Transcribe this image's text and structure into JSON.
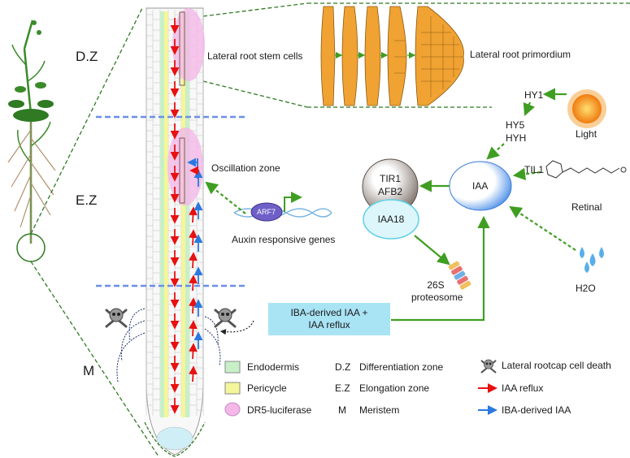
{
  "zones": {
    "dz": "D.Z",
    "ez": "E.Z",
    "m": "M"
  },
  "labels": {
    "lateral_root_stem_cells": "Lateral root stem cells",
    "lateral_root_primordium": "Lateral root primordium",
    "oscillation_zone": "Oscillation zone",
    "arf7": "ARF7",
    "auxin_responsive_genes": "Auxin responsive genes",
    "hy1": "HY1",
    "hy5": "HY5",
    "hyh": "HYH",
    "light": "Light",
    "til1": "TIL1",
    "retinal": "Retinal",
    "iaa": "IAA",
    "tir1": "TIR1",
    "afb2": "AFB2",
    "iaa18": "IAA18",
    "proteasome_26s": "26S",
    "proteasome": "proteosome",
    "h2o": "H2O",
    "iba_box_line1": "IBA-derived IAA +",
    "iba_box_line2": "IAA reflux"
  },
  "legend": {
    "endodermis": "Endodermis",
    "pericycle": "Pericycle",
    "dr5": "DR5-luciferase",
    "dz_abbr": "D.Z",
    "dz_full": "Differentiation zone",
    "ez_abbr": "E.Z",
    "ez_full": "Elongation zone",
    "m_abbr": "M",
    "m_full": "Meristem",
    "cell_death": "Lateral rootcap cell death",
    "iaa_reflux": "IAA reflux",
    "iba_iaa": "IBA-derived IAA"
  },
  "colors": {
    "endodermis": "#c8f0c8",
    "pericycle": "#f5f59a",
    "dr5": "#f4b8e8",
    "reflux_arrow": "#e81010",
    "iba_arrow": "#2a78e0",
    "pathway_green": "#4aa82a",
    "zone_divider": "#6a8ee8",
    "primordium": "#f0a232"
  },
  "icons": [
    "skull-crossbones-icon",
    "sun-icon",
    "water-drops-icon",
    "proteasome-icon",
    "dna-icon",
    "plant-icon",
    "retinal-molecule-icon"
  ]
}
